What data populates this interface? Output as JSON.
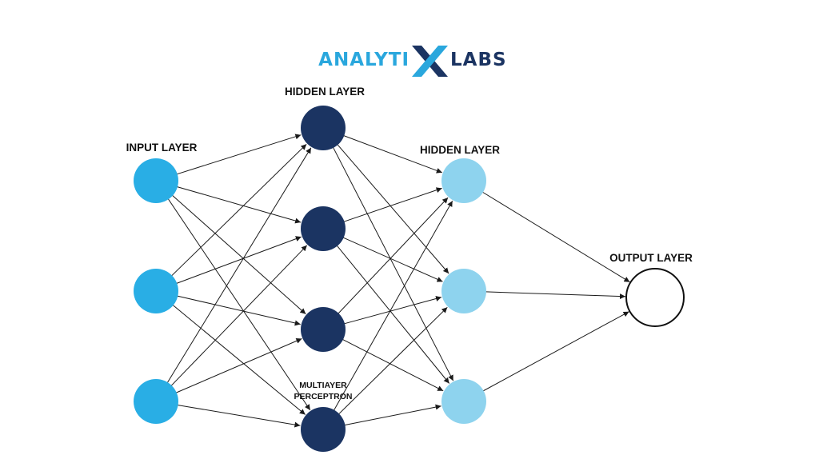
{
  "logo": {
    "left_text": "ANALYTI",
    "mark_letter": "X",
    "right_text": "LABS",
    "colors": {
      "left_text": "#2aa7dd",
      "mark_primary": "#2aa7dd",
      "mark_secondary": "#1b3462",
      "right_text": "#1b3462"
    }
  },
  "labels": {
    "input_layer": "INPUT LAYER",
    "hidden_layer_1": "HIDDEN LAYER",
    "hidden_layer_2": "HIDDEN LAYER",
    "output_layer": "OUTPUT LAYER",
    "multilayer_line1": "MULTIAYER",
    "multilayer_line2": "PERCEPTRON"
  },
  "layers": [
    {
      "id": "input",
      "node_count": 3,
      "color": "#29aee5"
    },
    {
      "id": "hidden1",
      "node_count": 4,
      "color": "#1b3462"
    },
    {
      "id": "hidden2",
      "node_count": 3,
      "color": "#8ed3ee"
    },
    {
      "id": "output",
      "node_count": 1,
      "color": "#ffffff",
      "stroke": "#111111"
    }
  ],
  "connections": "fully-connected",
  "edge_color": "#1a1a1a"
}
